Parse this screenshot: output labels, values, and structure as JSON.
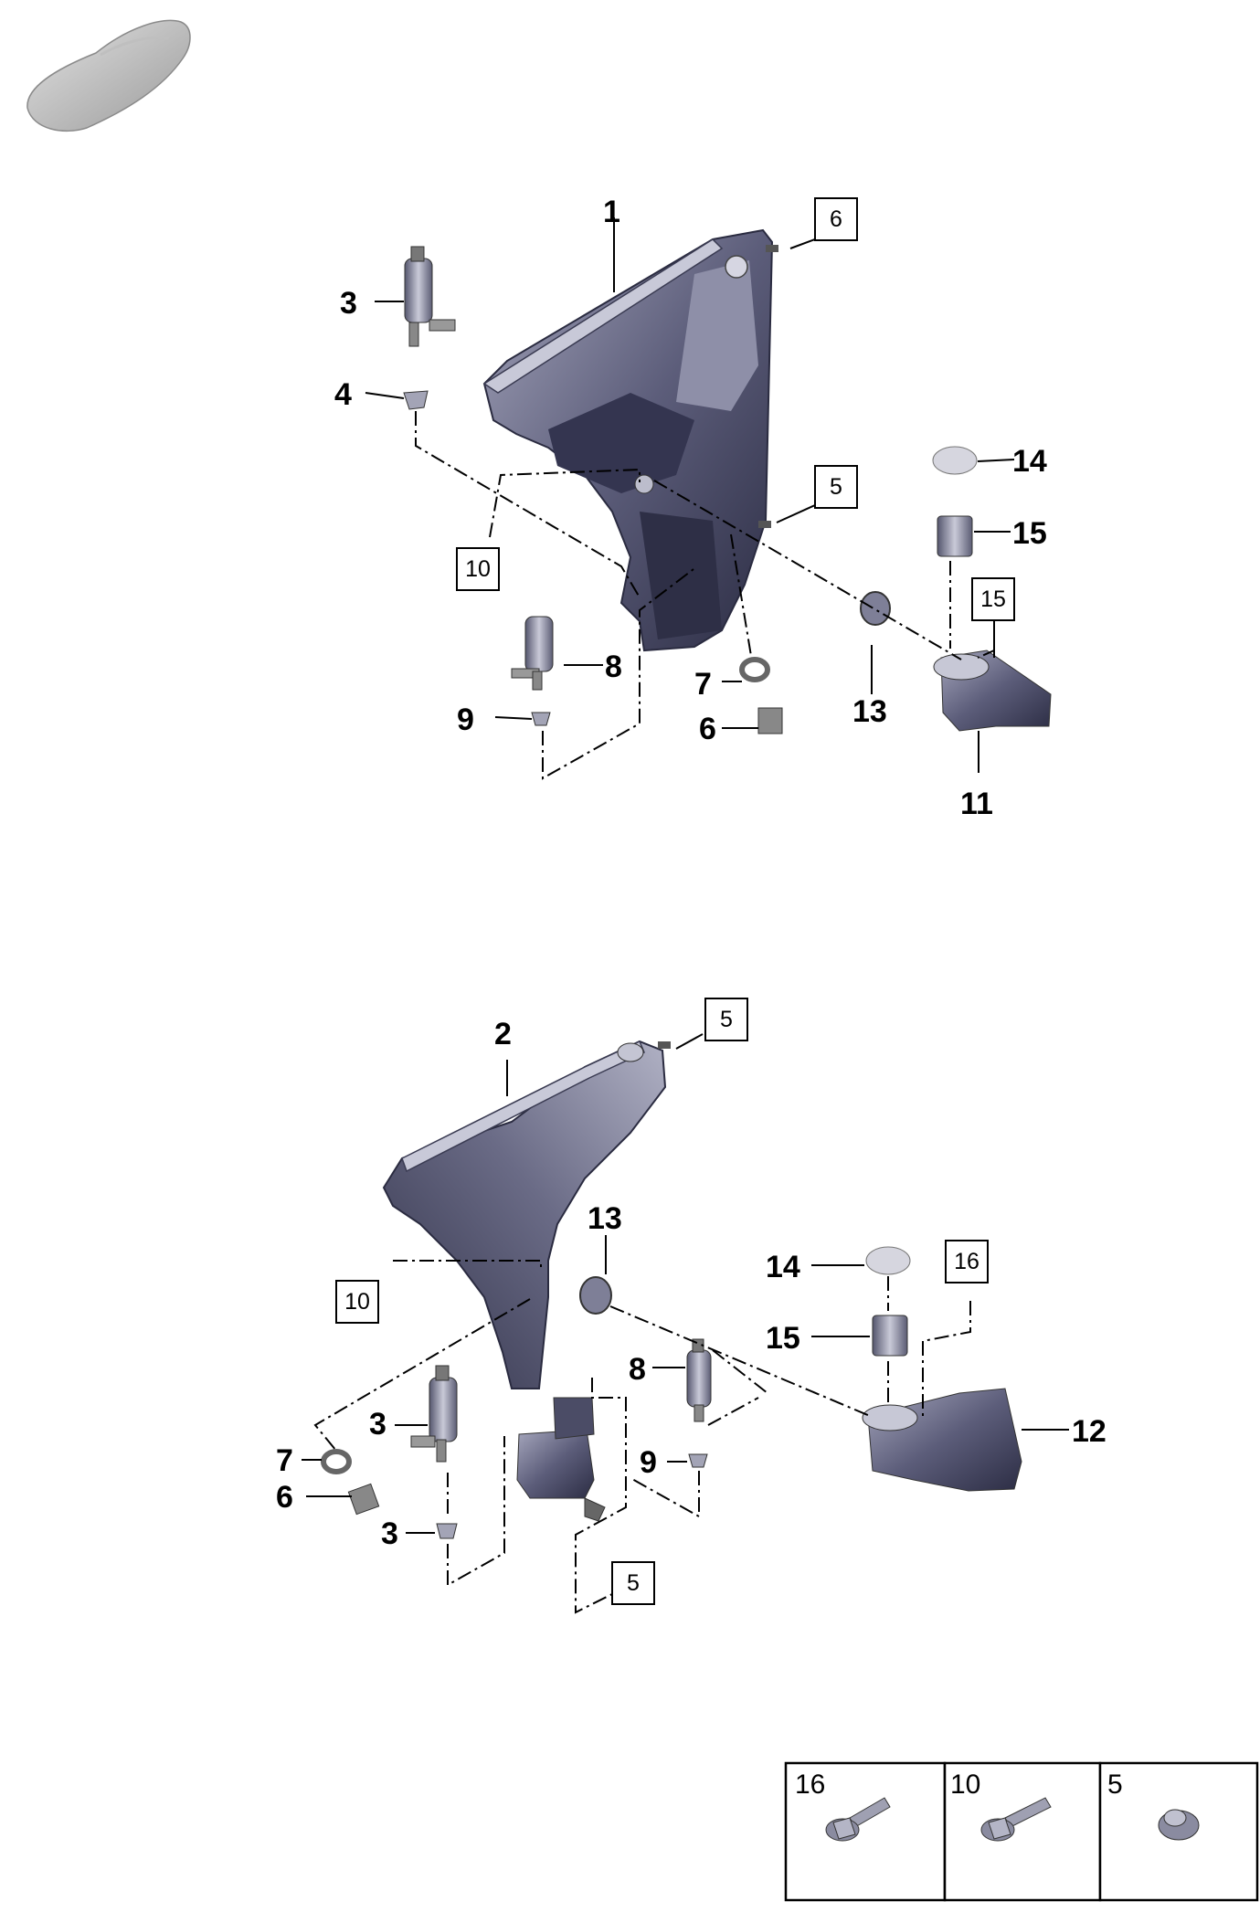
{
  "diagram": {
    "top_assembly": {
      "callouts": {
        "c1": "1",
        "c3": "3",
        "c4": "4",
        "c6": "6",
        "c7": "7",
        "c8": "8",
        "c9": "9",
        "c11": "11",
        "c13": "13",
        "c14": "14",
        "c15": "15"
      },
      "boxed_refs": {
        "b6": "6",
        "b5": "5",
        "b10": "10",
        "b15": "15"
      }
    },
    "bottom_assembly": {
      "callouts": {
        "c2": "2",
        "c13": "13",
        "c14": "14",
        "c15": "15",
        "c8": "8",
        "c12": "12",
        "c3a": "3",
        "c3b": "3",
        "c7": "7",
        "c6": "6",
        "c9": "9"
      },
      "boxed_refs": {
        "b5a": "5",
        "b10": "10",
        "b16": "16",
        "b5b": "5"
      }
    },
    "legend": [
      {
        "number": "16",
        "icon": "flange-bolt-icon"
      },
      {
        "number": "10",
        "icon": "flange-bolt-icon"
      },
      {
        "number": "5",
        "icon": "nut-icon"
      }
    ],
    "icons": {
      "vehicle": "car-silhouette-icon"
    },
    "colors": {
      "part_fill": "#4a4b66",
      "part_light": "#9b9cb3",
      "line": "#000000"
    }
  }
}
